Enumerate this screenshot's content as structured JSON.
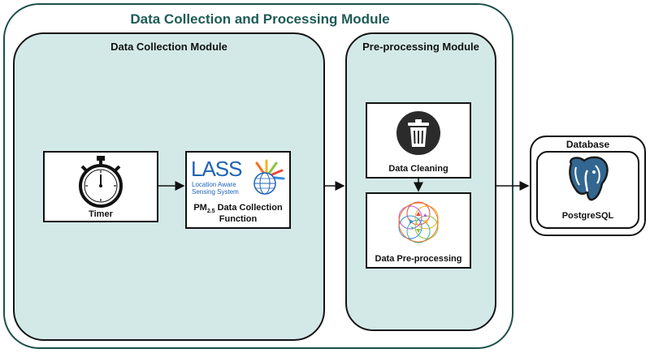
{
  "diagram": {
    "title": "Data Collection and Processing Module",
    "collection_module": {
      "title": "Data Collection Module",
      "timer_label": "Timer",
      "lass": {
        "logo_text": "LASS",
        "tagline_line1": "Location Aware",
        "tagline_line2": "Sensing System",
        "caption_prefix": "PM",
        "caption_sub": "2.5",
        "caption_rest": " Data Collection",
        "caption_line2": "Function"
      }
    },
    "preprocessing_module": {
      "title": "Pre-processing Module",
      "cleaning_label": "Data Cleaning",
      "preprocessing_label": "Data Pre-processing"
    },
    "database": {
      "title": "Database",
      "name": "PostgreSQL"
    }
  },
  "colors": {
    "title": "#1f5b55",
    "module_fill": "#d3e9e8",
    "postgres_blue": "#336791",
    "lass_blue": "#1e63b8"
  }
}
